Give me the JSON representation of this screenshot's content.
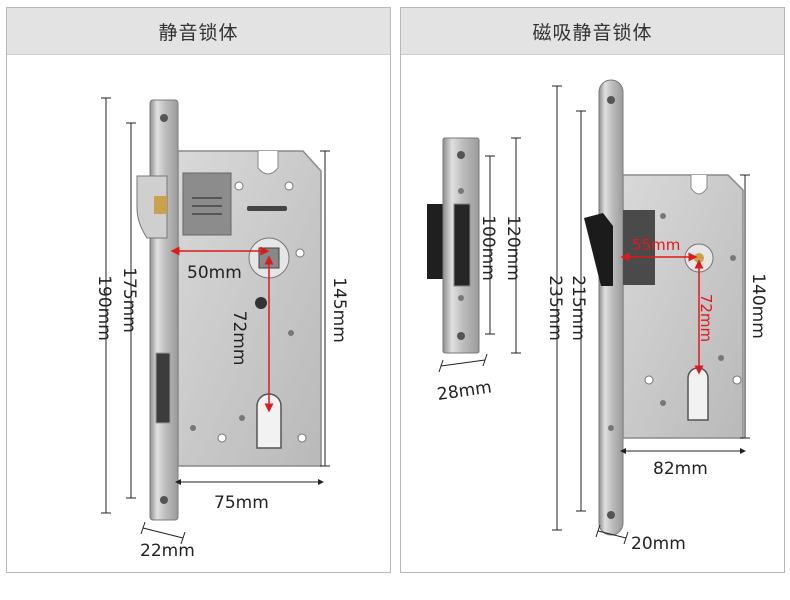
{
  "left_panel": {
    "title": "静音锁体",
    "dims": {
      "height_outer": "190mm",
      "height_inner": "175mm",
      "height_case": "145mm",
      "backset": "50mm",
      "center_distance": "72mm",
      "case_width": "75mm",
      "faceplate_width": "22mm"
    }
  },
  "right_panel": {
    "title": "磁吸静音锁体",
    "strike_dims": {
      "outer_height": "120mm",
      "inner_height": "100mm",
      "width": "28mm"
    },
    "lock_dims": {
      "height_outer": "235mm",
      "height_inner": "215mm",
      "height_case": "140mm",
      "backset": "55mm",
      "center_distance": "72mm",
      "case_width": "82mm",
      "faceplate_width": "20mm"
    }
  },
  "colors": {
    "accent_red": "#e0191b",
    "header_bg": "#e3e3e3"
  }
}
